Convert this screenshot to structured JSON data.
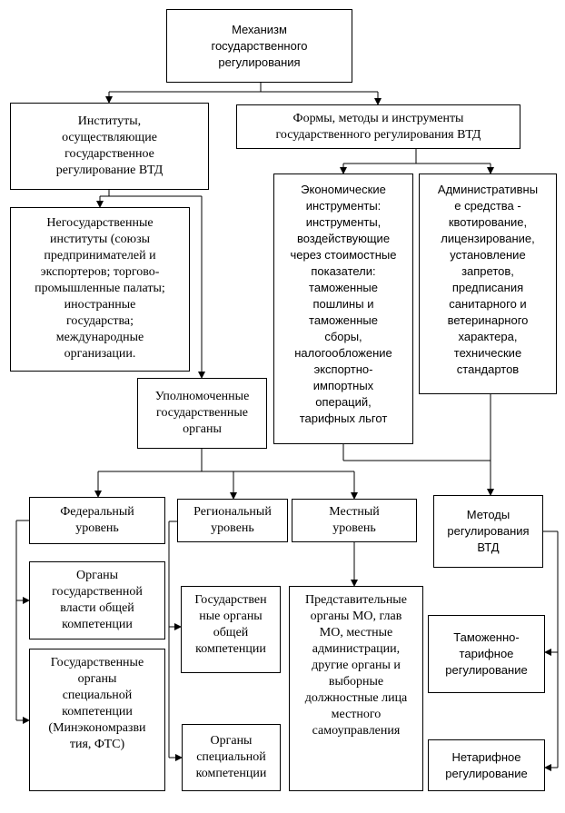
{
  "nodes": {
    "mechanism": "Механизм\nгосударственного\nрегулирования",
    "institutions": "Институты,\nосуществляющие\nгосударственное\nрегулирование ВТД",
    "forms": "Формы, методы и инструменты\nгосударственного регулирования ВТД",
    "nongov": "Негосударственные\nинституты (союзы\nпредпринимателей и\nэкспортеров; торгово-\nпромышленные палаты;\nиностранные\nгосударства;\nмеждународные\nорганизации.",
    "economic": "Экономические\nинструменты:\nинструменты,\nвоздействующие\nчерез стоимостные\nпоказатели:\nтаможенные\nпошлины и\nтаможенные\nсборы,\nналогообложение\nэкспортно-\nимпортных\nопераций,\nтарифных льгот",
    "administrative": "Административны\nе средства -\nквотирование,\nлицензирование,\nустановление\nзапретов,\nпредписания\nсанитарного и\nветеринарного\nхарактера,\nтехнические\nстандартов",
    "authorized": "Уполномоченные\nгосударственные\nорганы",
    "federal": "Федеральный\nуровень",
    "regional": "Региональный\nуровень",
    "local": "Местный\nуровень",
    "methods": "Методы\nрегулирования\nВТД",
    "general_competence": "Органы\nгосударственной\nвласти общей\nкомпетенции",
    "special_competence_fed": "Государственные\nорганы\nспециальной\nкомпетенции\n(Минэкономразви\nтия, ФТС)",
    "regional_general": "Государствен\nные органы\nобщей\nкомпетенции",
    "regional_special": "Органы\nспециальной\nкомпетенции",
    "local_bodies": "Представительные\nорганы МО, глав\nМО, местные\nадминистрации,\nдругие органы и\nвыборные\nдолжностные лица\nместного\nсамоуправления",
    "customs_tariff": "Таможенно-\nтарифное\nрегулирование",
    "nontariff": "Нетарифное\nрегулирование"
  }
}
